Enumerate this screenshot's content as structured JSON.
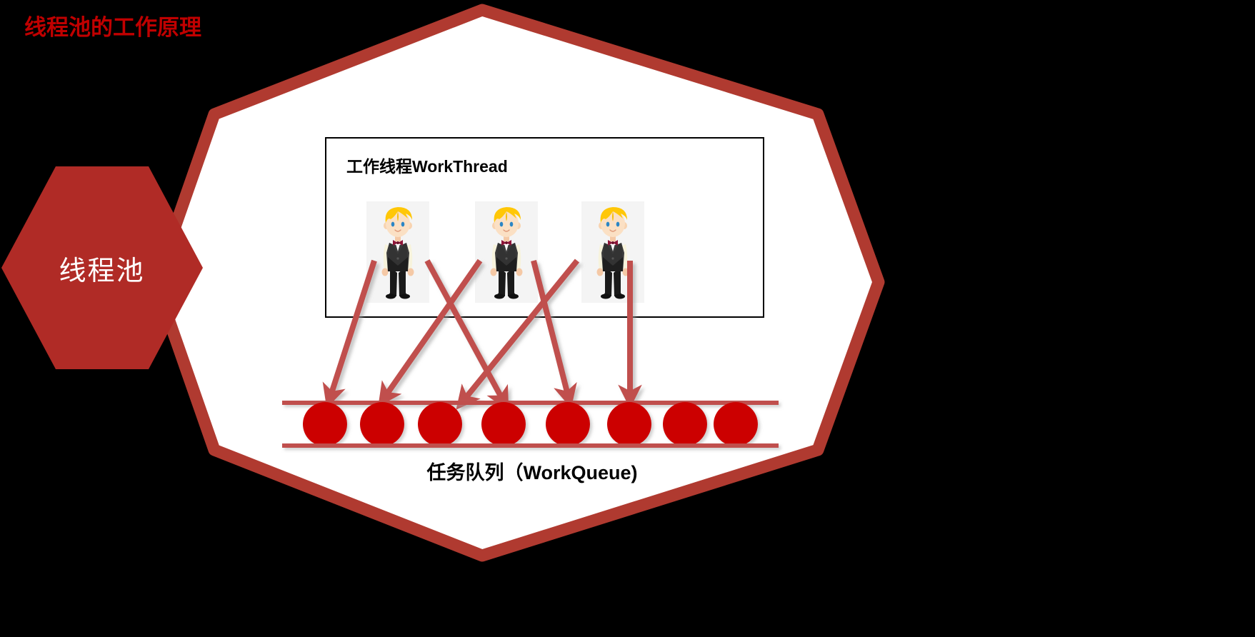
{
  "slide": {
    "title": "线程池的工作原理",
    "title_color": "#C00000",
    "background_color": "#000000"
  },
  "pool_hexagon": {
    "label": "线程池",
    "fill_color": "#B02B26",
    "text_color": "#FFFFFF"
  },
  "outer_hexagon": {
    "border_color": "#B03A30",
    "fill_color": "#FFFFFF"
  },
  "workthread_box": {
    "title": "工作线程WorkThread",
    "border_color": "#000000",
    "fill_color": "#FFFFFF",
    "workers": [
      {
        "name": "worker-1",
        "hair_color": "#FFC707",
        "suit_color": "#333333",
        "bowtie_color": "#8E1538"
      },
      {
        "name": "worker-2",
        "hair_color": "#FFC707",
        "suit_color": "#333333",
        "bowtie_color": "#8E1538"
      },
      {
        "name": "worker-3",
        "hair_color": "#FFC707",
        "suit_color": "#333333",
        "bowtie_color": "#8E1538"
      }
    ]
  },
  "work_queue": {
    "caption": "任务队列（WorkQueue)",
    "rail_color": "#C0504D",
    "task_color": "#CC0000",
    "task_count": 8,
    "tasks": [
      "task-1",
      "task-2",
      "task-3",
      "task-4",
      "task-5",
      "task-6",
      "task-7",
      "task-8"
    ]
  },
  "arrows": {
    "color": "#C0504D",
    "count": 6,
    "items": [
      {
        "name": "arrow-w1-left",
        "from_worker": 1,
        "to_task": 1
      },
      {
        "name": "arrow-w1-right",
        "from_worker": 1,
        "to_task": 4
      },
      {
        "name": "arrow-w2-left",
        "from_worker": 2,
        "to_task": 2
      },
      {
        "name": "arrow-w2-right",
        "from_worker": 2,
        "to_task": 5
      },
      {
        "name": "arrow-w3-left",
        "from_worker": 3,
        "to_task": 3
      },
      {
        "name": "arrow-w3-down",
        "from_worker": 3,
        "to_task": 6
      }
    ]
  }
}
